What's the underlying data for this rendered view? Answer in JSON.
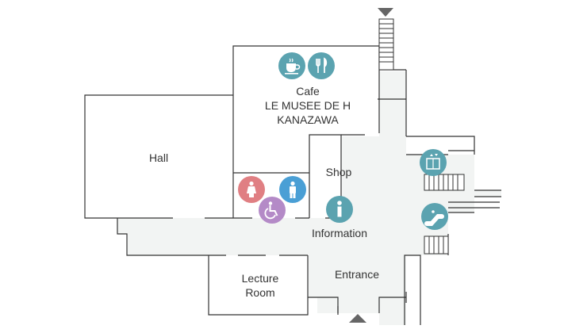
{
  "floor_map": {
    "rooms": {
      "cafe": {
        "lines": [
          "Cafe",
          "LE MUSEE DE H",
          "KANAZAWA"
        ]
      },
      "hall": {
        "label": "Hall"
      },
      "shop": {
        "label": "Shop"
      },
      "information": {
        "label": "Information"
      },
      "entrance": {
        "label": "Entrance"
      },
      "lecture_room": {
        "lines": [
          "Lecture",
          "Room"
        ]
      }
    },
    "icons": {
      "coffee": {
        "name": "coffee-cup-icon",
        "color": "#5ba3b0"
      },
      "restaurant": {
        "name": "fork-knife-icon",
        "color": "#5ba3b0"
      },
      "womens_restroom": {
        "name": "female-restroom-icon",
        "color": "#e07f83"
      },
      "mens_restroom": {
        "name": "male-restroom-icon",
        "color": "#4a9fd5"
      },
      "accessible_restroom": {
        "name": "wheelchair-icon",
        "color": "#b48ac7"
      },
      "information": {
        "name": "information-icon",
        "color": "#5ba3b0"
      },
      "elevator": {
        "name": "elevator-icon",
        "color": "#5ba3b0"
      },
      "escalator": {
        "name": "escalator-icon",
        "color": "#5ba3b0"
      }
    },
    "colors": {
      "corridor": "#f2f4f3",
      "wall": "#333333",
      "arrow": "#666666"
    }
  }
}
